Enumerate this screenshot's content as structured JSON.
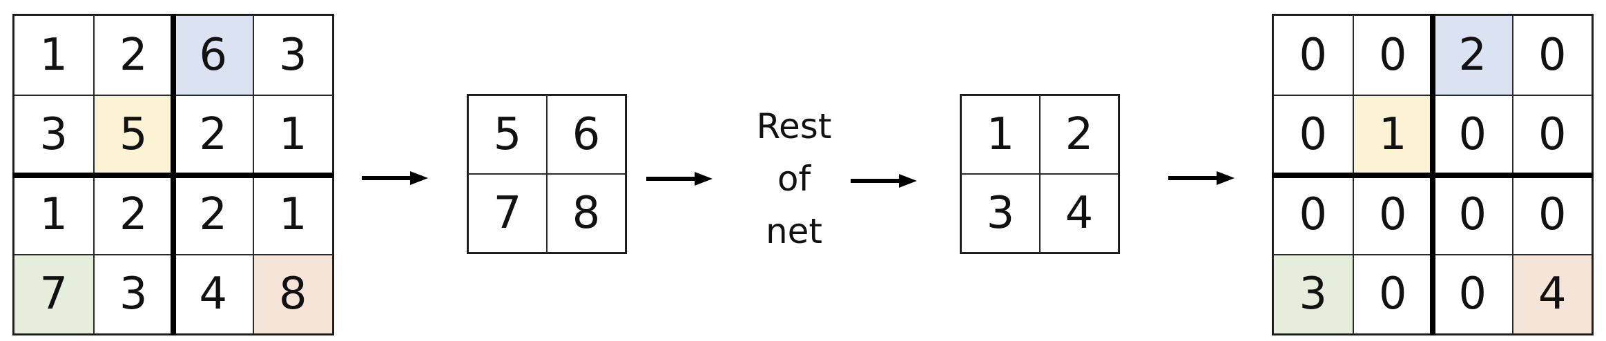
{
  "input_grid": {
    "cells": [
      "1",
      "2",
      "6",
      "3",
      "3",
      "5",
      "2",
      "1",
      "1",
      "2",
      "2",
      "1",
      "7",
      "3",
      "4",
      "8"
    ],
    "highlights": {
      "2": "#dbe2f1",
      "5": "#fbf3d3",
      "12": "#e4eedb",
      "15": "#f5e4d8"
    }
  },
  "pooled_grid": {
    "cells": [
      "5",
      "6",
      "7",
      "8"
    ]
  },
  "middle_label": {
    "line1": "Rest",
    "line2": "of",
    "line3": "net"
  },
  "gradient_grid": {
    "cells": [
      "1",
      "2",
      "3",
      "4"
    ]
  },
  "output_grid": {
    "cells": [
      "0",
      "0",
      "2",
      "0",
      "0",
      "1",
      "0",
      "0",
      "0",
      "0",
      "0",
      "0",
      "3",
      "0",
      "0",
      "4"
    ],
    "highlights": {
      "2": "#dbe2f1",
      "5": "#fbf3d3",
      "12": "#e4eedb",
      "15": "#f5e4d8"
    }
  }
}
